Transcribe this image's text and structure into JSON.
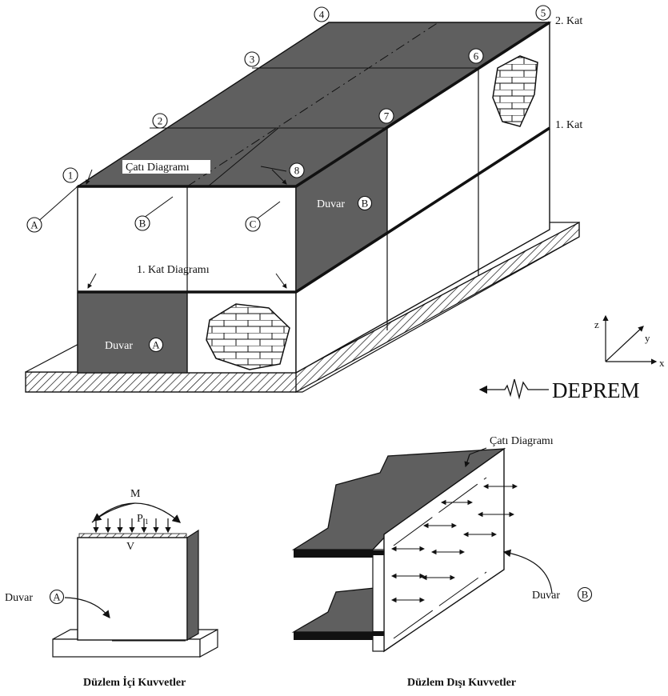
{
  "figure": {
    "gridlines": [
      "1",
      "2",
      "3",
      "4",
      "5",
      "6",
      "7",
      "8"
    ],
    "axis_lines": [
      "A",
      "B",
      "C"
    ],
    "labels": {
      "roof_level": "2. Kat",
      "first_floor_level": "1. Kat",
      "roof_diaphragm": "Çatı Diagramı",
      "first_floor_diaphragm": "1. Kat Diagramı",
      "wall_b_text": "Duvar",
      "wall_b_mark": "B",
      "wall_a_text": "Duvar",
      "wall_a_mark": "A",
      "earthquake": "DEPREM"
    },
    "axes": {
      "x": "x",
      "y": "y",
      "z": "z"
    },
    "detail_in_plane": {
      "moment": "M",
      "axial_load": "P",
      "axial_sub": "1",
      "shear": "V",
      "wall_text": "Duvar",
      "wall_mark": "A",
      "caption": "Düzlem İçi Kuvvetler"
    },
    "detail_out_of_plane": {
      "roof_label": "Çatı Diagramı",
      "wall_text": "Duvar",
      "wall_mark": "B",
      "caption": "Düzlem Dışı Kuvvetler"
    },
    "colors": {
      "dark_fill": "#5f5f5f",
      "line": "#111111",
      "background": "#ffffff"
    }
  }
}
